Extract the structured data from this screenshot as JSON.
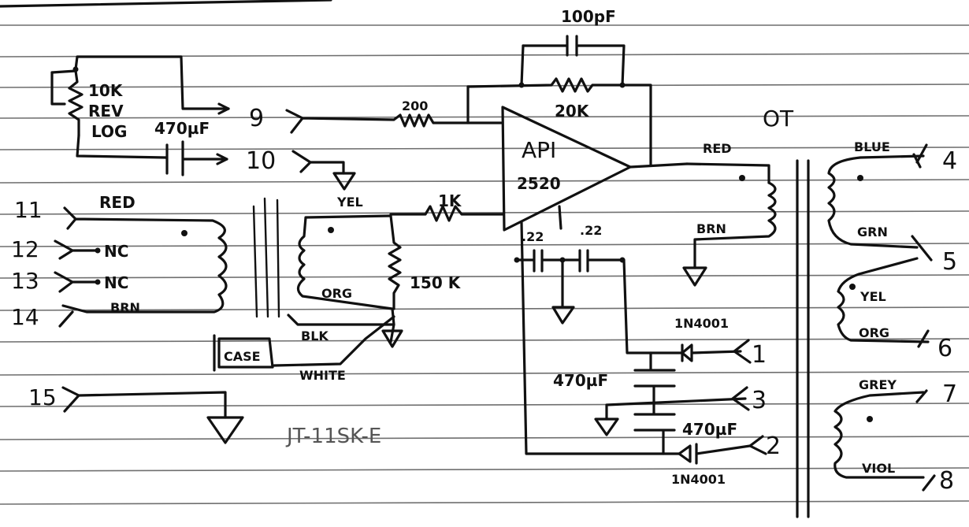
{
  "labels": {
    "cap_100pf": "100pF",
    "res_20k": "20K",
    "pot_value": "10K",
    "pot_rev": "REV",
    "pot_log": "LOG",
    "cap_input": "470µF",
    "pin_9": "9",
    "pin_10": "10",
    "res_200": "200",
    "opamp_name": "API",
    "opamp_model": "2520",
    "ot_title": "OT",
    "ot_red": "RED",
    "ot_brn": "BRN",
    "pin_11": "11",
    "pin_12": "12",
    "pin_13": "13",
    "pin_14": "14",
    "pin_15": "15",
    "it_red": "RED",
    "nc_12": "NC",
    "nc_13": "NC",
    "it_brn": "BRN",
    "it_yel": "YEL",
    "it_org": "ORG",
    "res_1k": "1K",
    "res_150k": "150 K",
    "it_blk": "BLK",
    "it_white": "WHITE",
    "case": "CASE",
    "cap_022a": ".22",
    "cap_022b": ".22",
    "diode_top": "1N4001",
    "diode_bottom": "1N4001",
    "cap_supply1": "470µF",
    "cap_supply2": "470µF",
    "supply_1": "1",
    "supply_3": "3",
    "supply_2": "2",
    "sec_blue": "BLUE",
    "sec_grn": "GRN",
    "sec_yel": "YEL",
    "sec_org": "ORG",
    "sec_grey": "GREY",
    "sec_viol": "VIOL",
    "out_4": "4",
    "out_5": "5",
    "out_6": "6",
    "out_7": "7",
    "out_8": "8",
    "pencil_note": "JT-11SK-E"
  }
}
